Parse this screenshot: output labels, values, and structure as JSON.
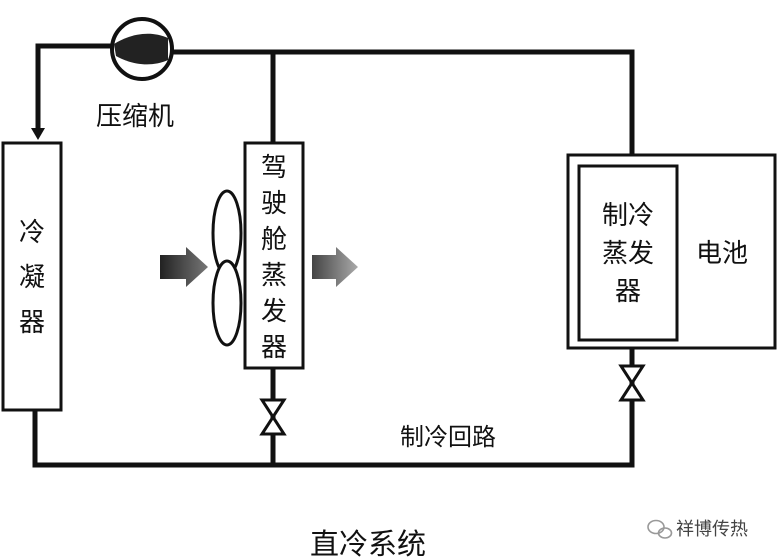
{
  "diagram": {
    "caption": "直冷系统",
    "compressor_label": "压缩机",
    "condenser_label": [
      "冷",
      "凝",
      "器"
    ],
    "cabin_evaporator_label": [
      "驾",
      "驶",
      "舱",
      "蒸",
      "发",
      "器"
    ],
    "battery_evaporator_label": [
      "制冷",
      "蒸发",
      "器"
    ],
    "battery_label": "电池",
    "loop_label": "制冷回路",
    "watermark": "祥博传热",
    "line_color": "#111111",
    "arrow_color": "#555555"
  }
}
